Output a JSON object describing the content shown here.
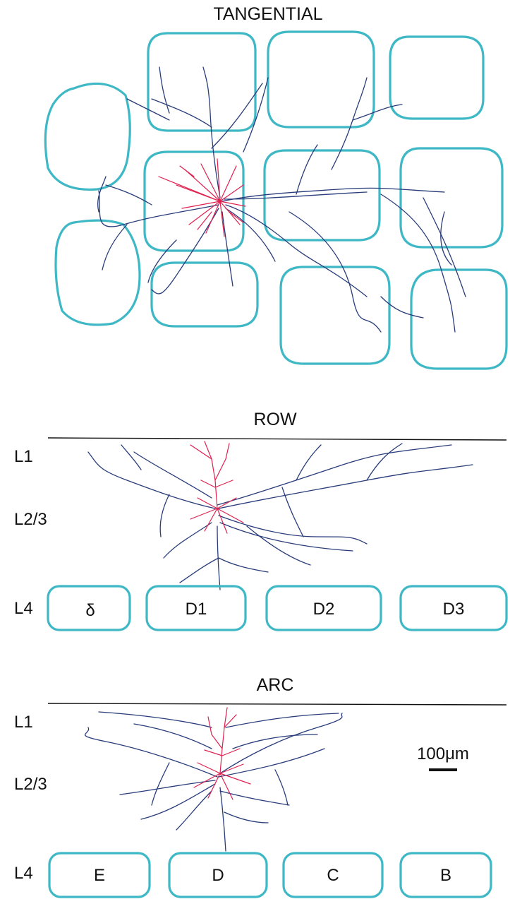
{
  "panels": {
    "tangential": {
      "title": "TANGENTIAL"
    },
    "row": {
      "title": "ROW",
      "layers": [
        "L1",
        "L2/3",
        "L4"
      ],
      "barrels": [
        "δ",
        "D1",
        "D2",
        "D3"
      ]
    },
    "arc": {
      "title": "ARC",
      "layers": [
        "L1",
        "L2/3",
        "L4"
      ],
      "barrels": [
        "E",
        "D",
        "C",
        "B"
      ]
    }
  },
  "scale_bar": {
    "label": "100μm"
  },
  "colors": {
    "barrel": "#3fb8c6",
    "axon": "#283c7a",
    "dendrite": "#e0204f",
    "text": "#111111"
  }
}
